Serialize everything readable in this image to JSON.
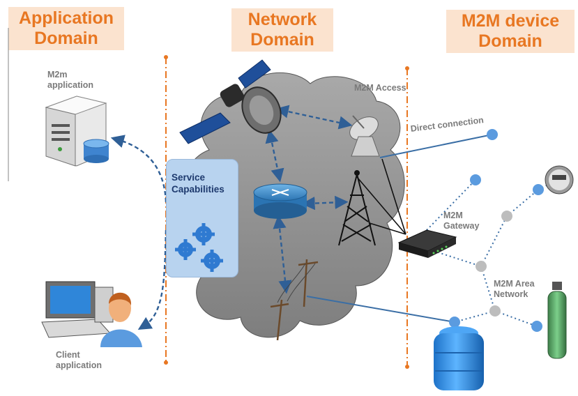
{
  "domains": {
    "application": "Application Domain",
    "network": "Network Domain",
    "device": "M2M device Domain"
  },
  "labels": {
    "m2m_application": "M2m application",
    "client_application": "Client application",
    "service_capabilities": "Service Capabilities",
    "m2m_access": "M2M Access",
    "direct_connection": "Direct connection",
    "m2m_gateway": "M2M Gateway",
    "m2m_area_network": "M2M Area Network"
  },
  "colors": {
    "accent_orange": "#e87722",
    "domain_bg": "#fbe3cf",
    "cloud_gray": "#8c8c8c",
    "link_blue": "#2f5f96",
    "node_blue": "#5b9bdf",
    "node_gray": "#bdbdbd"
  },
  "icons": [
    "server-icon",
    "satellite-icon",
    "router-icon",
    "radio-tower-icon",
    "satellite-dish-icon",
    "gateway-modem-icon",
    "utility-pole-icon",
    "client-computer-icon",
    "gears-icon",
    "smart-meter-icon",
    "gas-cylinder-icon",
    "water-tank-icon"
  ]
}
